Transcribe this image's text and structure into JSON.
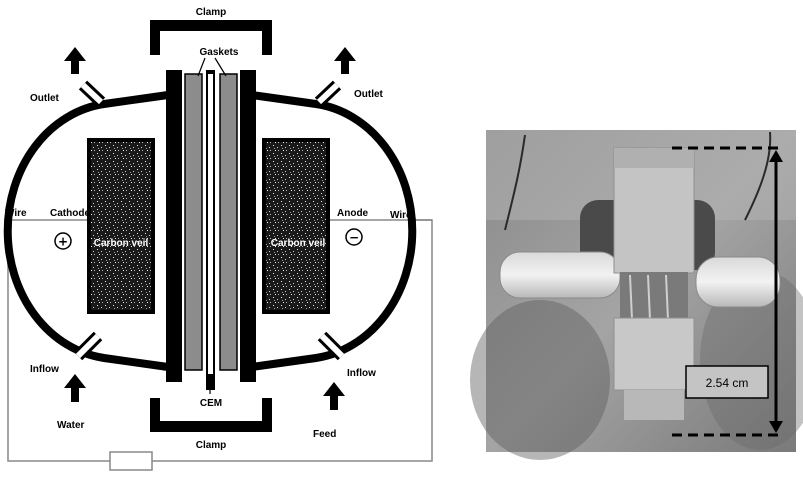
{
  "diagram": {
    "labels": {
      "clamp_top": "Clamp",
      "clamp_bottom": "Clamp",
      "gaskets": "Gaskets",
      "outlet_left": "Outlet",
      "outlet_right": "Outlet",
      "wire_left": "Wire",
      "wire_right": "Wire",
      "cathode": "Cathode",
      "anode": "Anode",
      "carbon_veil_left": "Carbon veil",
      "carbon_veil_right": "Carbon veil",
      "plus_symbol": "+",
      "minus_symbol": "−",
      "inflow_left": "Inflow",
      "inflow_right": "Inflow",
      "water": "Water",
      "feed": "Feed",
      "cem": "CEM"
    },
    "colors": {
      "frame": "#000000",
      "gasket": "#8c8c8c",
      "photo_background": "#9a9a9a"
    }
  },
  "photo": {
    "scale_label": "2.54 cm"
  }
}
